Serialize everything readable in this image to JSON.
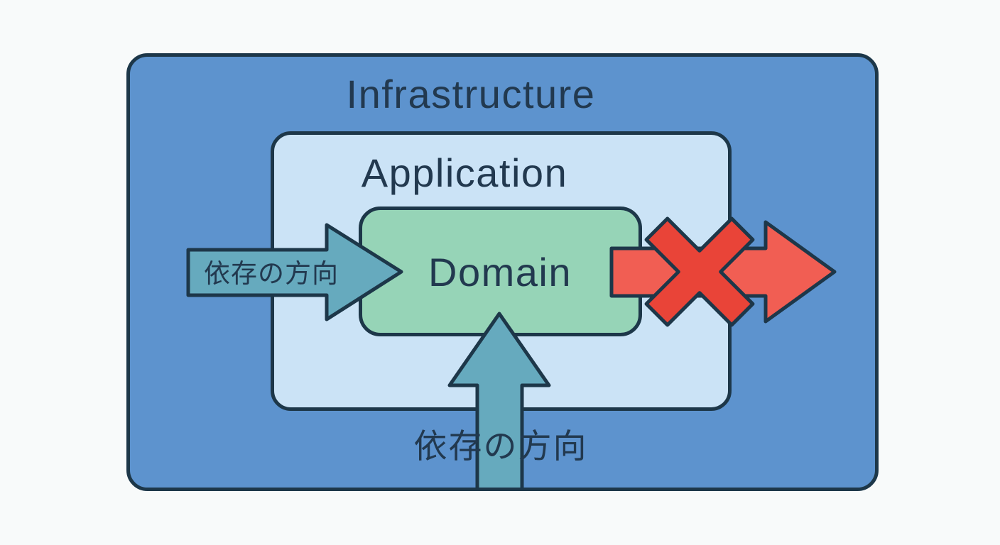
{
  "diagram": {
    "type": "layered-architecture",
    "layers": {
      "infrastructure": {
        "label": "Infrastructure"
      },
      "application": {
        "label": "Application"
      },
      "domain": {
        "label": "Domain"
      }
    },
    "arrows": {
      "left": {
        "label": "依存の方向",
        "direction": "right-into-domain"
      },
      "bottom": {
        "label": "依存の方向",
        "direction": "up-into-domain"
      },
      "forbidden": {
        "direction": "right-out-of-domain",
        "crossed_out": true
      }
    },
    "colors": {
      "background": "#f8fafa",
      "infrastructure_fill": "#5d93ce",
      "application_fill": "#cbe3f6",
      "domain_fill": "#96d4b7",
      "dependency_arrow_fill": "#66aabe",
      "forbidden_arrow_fill": "#f15e53",
      "forbidden_cross_fill": "#e94438",
      "outline": "#1d3749",
      "text": "#22394f"
    }
  }
}
